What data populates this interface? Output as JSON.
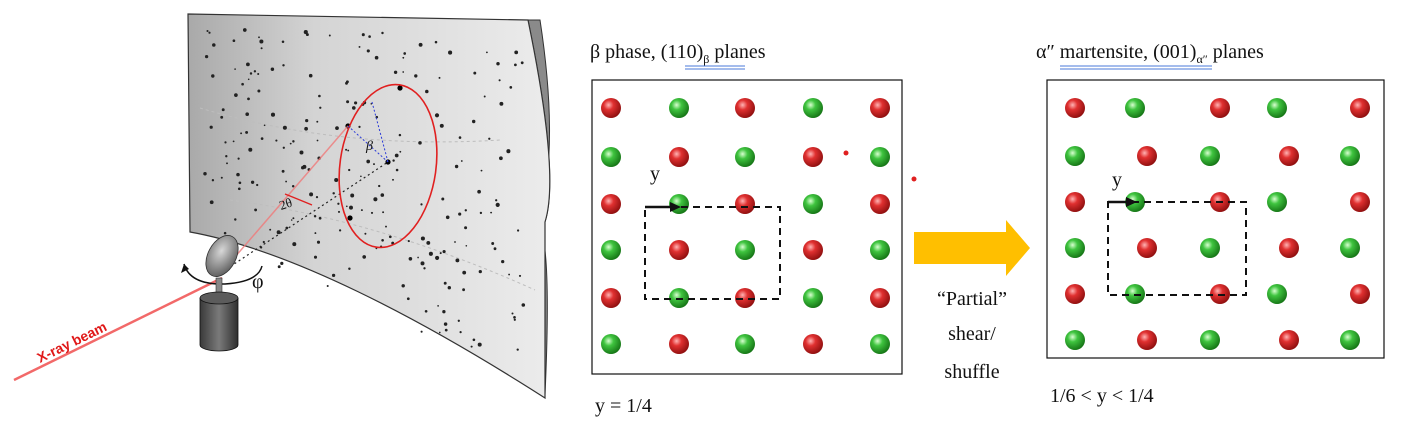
{
  "xray_panel": {
    "beam_label": "X-ray beam",
    "two_theta_label": "2θ",
    "beta_label": "β",
    "phi_label": "φ"
  },
  "beta_panel": {
    "title_prefix": "β phase, ",
    "title_plane": "(110)",
    "title_sub": "β",
    "title_suffix": " planes",
    "y_label": "y",
    "value_label": "y = 1/4",
    "rows": [
      [
        "red",
        "green",
        "red",
        "green",
        "red"
      ],
      [
        "green",
        "red",
        "green",
        "red",
        "green"
      ],
      [
        "red",
        "green",
        "red",
        "green",
        "red"
      ],
      [
        "green",
        "red",
        "green",
        "red",
        "green"
      ],
      [
        "red",
        "green",
        "red",
        "green",
        "red"
      ],
      [
        "green",
        "red",
        "green",
        "red",
        "green"
      ]
    ]
  },
  "alpha_panel": {
    "title_prefix": "α″ martensite",
    "title_mid": ", (001)",
    "title_sub": "α″",
    "title_suffix": " planes",
    "y_label": "y",
    "value_label": "1/6 < y < 1/4",
    "rows": [
      [
        "red",
        "green",
        "red",
        "green",
        "red"
      ],
      [
        "green",
        "red",
        "green",
        "red",
        "green"
      ],
      [
        "red",
        "green",
        "red",
        "green",
        "red"
      ],
      [
        "green",
        "red",
        "green",
        "red",
        "green"
      ],
      [
        "red",
        "green",
        "red",
        "green",
        "red"
      ],
      [
        "green",
        "red",
        "green",
        "red",
        "green"
      ]
    ]
  },
  "transition": {
    "line1": "“Partial”",
    "line2": "shear/",
    "line3": "shuffle"
  },
  "colors": {
    "atom_red": "#d42a2a",
    "atom_green": "#33bb33",
    "arrow_orange": "#ffbf00",
    "beam_red": "#f05050",
    "ellipse_red": "#e02020",
    "angle_blue": "#2a3ad8"
  }
}
